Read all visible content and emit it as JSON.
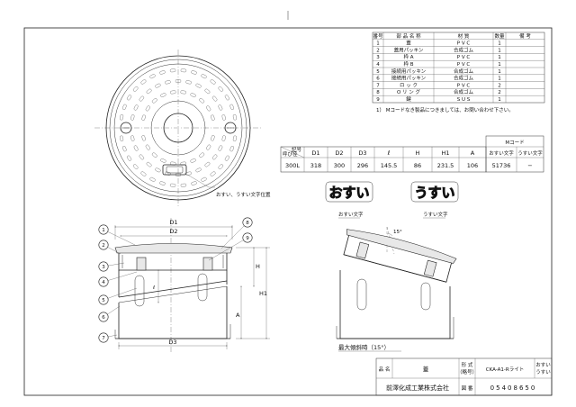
{
  "parts_table": {
    "headers": [
      "番号",
      "部 品 名 称",
      "材 質",
      "数量",
      "備 考"
    ],
    "rows": [
      {
        "no": "1",
        "name": "蓋",
        "material": "P V C",
        "qty": "1",
        "note": ""
      },
      {
        "no": "2",
        "name": "蓋用パッキン",
        "material": "合成ゴム",
        "qty": "1",
        "note": ""
      },
      {
        "no": "3",
        "name": "枠 A",
        "material": "P V C",
        "qty": "1",
        "note": ""
      },
      {
        "no": "4",
        "name": "枠 B",
        "material": "P V C",
        "qty": "1",
        "note": ""
      },
      {
        "no": "5",
        "name": "接続用パッキン",
        "material": "合成ゴム",
        "qty": "1",
        "note": ""
      },
      {
        "no": "6",
        "name": "接続用パッキン",
        "material": "合成ゴム",
        "qty": "1",
        "note": ""
      },
      {
        "no": "7",
        "name": "ロ ッ ク",
        "material": "P V C",
        "qty": "2",
        "note": ""
      },
      {
        "no": "8",
        "name": "O リ ン グ",
        "material": "合成ゴム",
        "qty": "2",
        "note": ""
      },
      {
        "no": "9",
        "name": "鍵",
        "material": "S U S",
        "qty": "1",
        "note": ""
      }
    ],
    "footnote": "1） Mコードなき製品につきましては、お問い合わせ下さい。"
  },
  "dims_table": {
    "corner_top": "記号",
    "corner_bottom": "呼び径",
    "headers": [
      "D1",
      "D2",
      "D3",
      "ℓ",
      "H",
      "H1",
      "A"
    ],
    "mcode_header": "Mコード",
    "mcode_subheaders": [
      "おすい文字",
      "うすい文字"
    ],
    "row": {
      "size": "300L",
      "values": [
        "318",
        "300",
        "296",
        "145.5",
        "86",
        "231.5",
        "106"
      ],
      "mcode": [
        "51736",
        "−"
      ]
    }
  },
  "labels": {
    "letter_mark": "おすい、うすい文字位置",
    "osui": "おすい",
    "usui": "うすい",
    "osui_caption": "おすい文字",
    "usui_caption": "うすい文字",
    "angle": "15°",
    "max_tilt": "最大傾斜時（15°）",
    "dim_D1": "D1",
    "dim_D2": "D2",
    "dim_D3": "D3",
    "dim_H": "H",
    "dim_H1": "H1",
    "dim_A": "A",
    "dim_l": "ℓ"
  },
  "callouts": [
    "1",
    "2",
    "3",
    "4",
    "5",
    "6",
    "7",
    "8",
    "9"
  ],
  "title_block": {
    "name_label": "品 名",
    "name_value": "蓋",
    "type_label": "形 式",
    "type_sub": "（略号）",
    "type_value": "CKA-A1-Rライト",
    "type_note_1": "おすい",
    "type_note_2": "うすい",
    "drawing_label": "図 番",
    "company": "前澤化成工業株式会社",
    "drawing_no": "05408650"
  }
}
